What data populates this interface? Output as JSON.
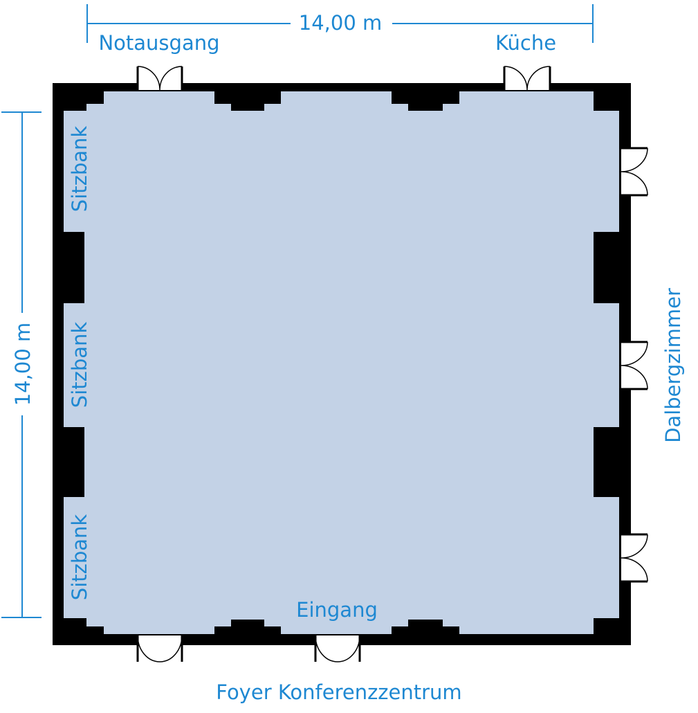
{
  "colors": {
    "accent": "#1e88d2",
    "wall": "#000000",
    "floor": "#c3d2e6",
    "door_fill": "#ffffff"
  },
  "dimensions": {
    "width": "14,00 m",
    "height": "14,00 m"
  },
  "labels": {
    "emergency_exit": "Notausgang",
    "kitchen": "Küche",
    "side_room": "Dalbergzimmer",
    "entrance": "Eingang",
    "foyer": "Foyer Konferenzzentrum",
    "benches": [
      "Sitzbank",
      "Sitzbank",
      "Sitzbank"
    ]
  }
}
